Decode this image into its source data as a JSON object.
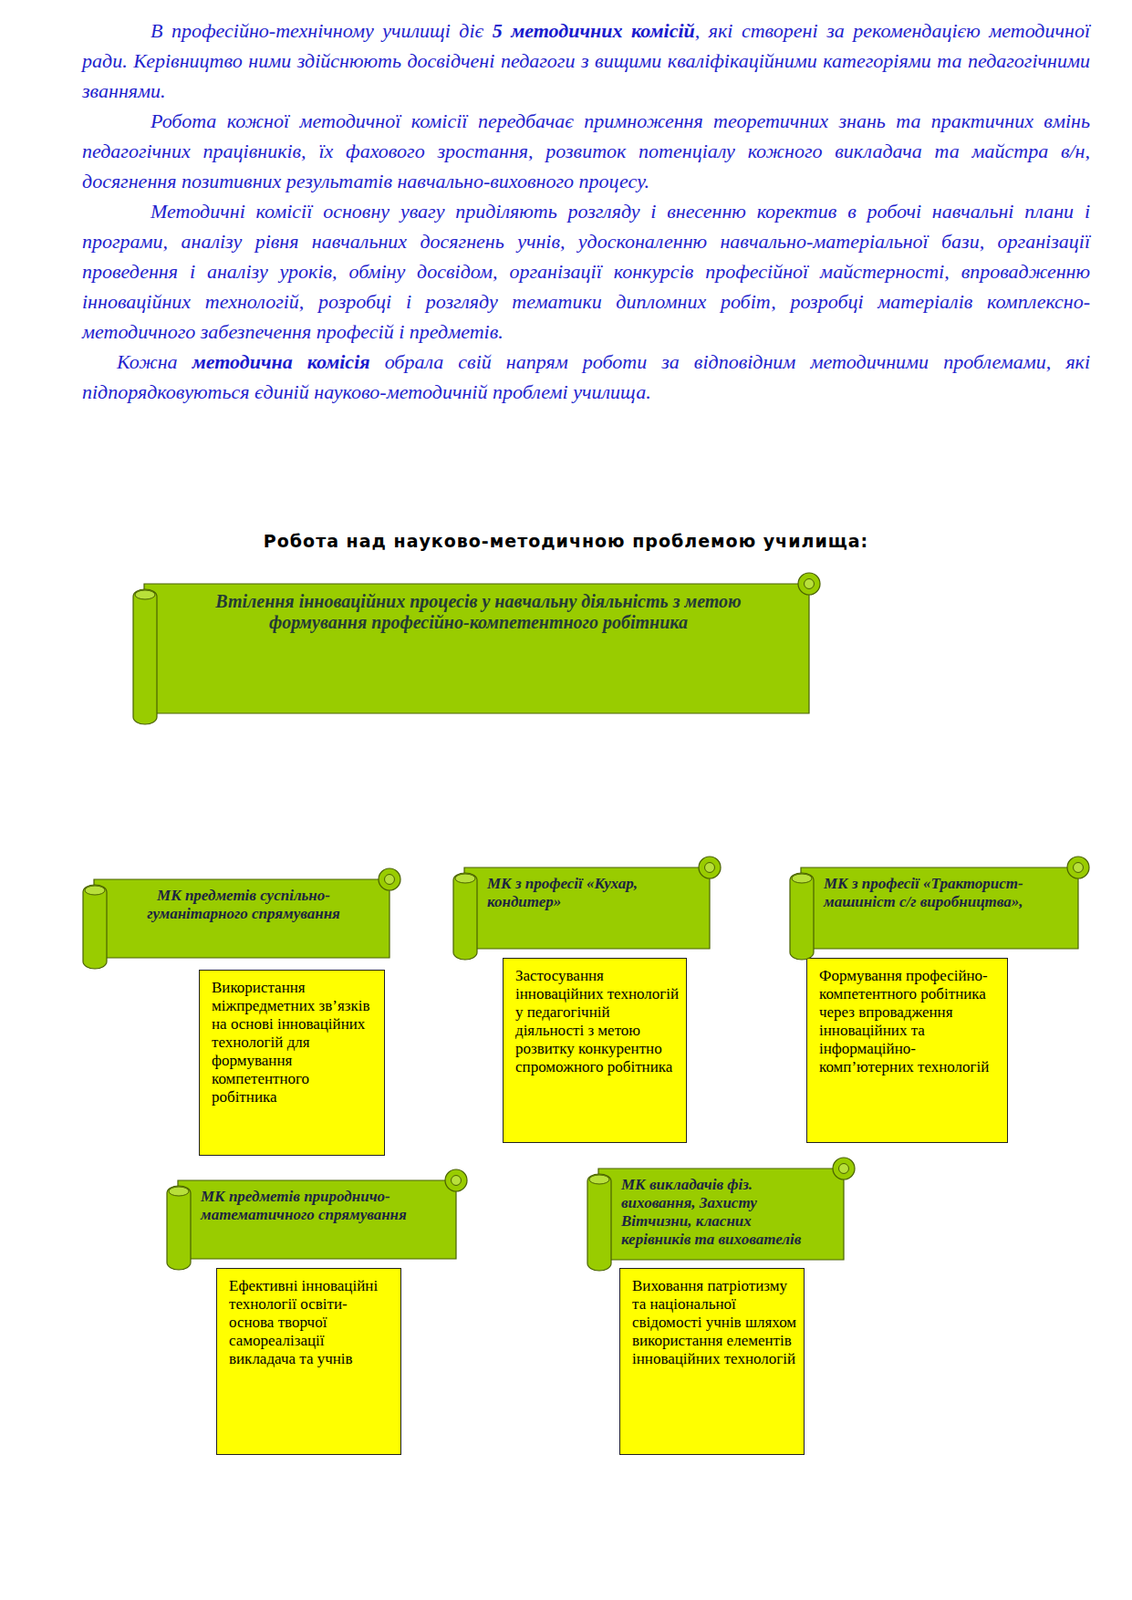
{
  "diagram": {
    "title": "Робота над науково-методичною проблемою училища:",
    "nodes": [
      {
        "text": [
          "Втілення інноваційних процесів у навчальну діяльність з метою формування професійно-компетентного робітника"
        ]
      },
      {
        "text": [
          "МК предметів суспільно-гуманітарного спрямування"
        ]
      },
      {
        "text": [
          "Використання міжпредметних зв’язків на основі інноваційних технологій для формування компетентного робітника"
        ]
      },
      {
        "text": [
          "МК з професії «Кухар, кондитер»"
        ]
      },
      {
        "text": [
          "Застосування інноваційних технологій у педагогічній діяльності з метою розвитку конкурентно спроможного робітника"
        ]
      },
      {
        "text": [
          "МК з професії «Тракторист-машиніст с/г виробництва»,"
        ]
      },
      {
        "text": [
          "Формування професійно-компетентного робітника через впровадження інноваційних та інформаційно-комп’ютерних технологій"
        ]
      },
      {
        "text": [
          "МК предметів природничо-математичного спрямування"
        ]
      },
      {
        "text": [
          "Ефективні інноваційні технології освіти- основа творчої самореалізації викладача та учнів"
        ]
      },
      {
        "text": [
          "МК викладачів фіз. виховання, Захисту Вітчизни, класних керівників та вихователів"
        ]
      },
      {
        "text": [
          "Виховання патріотизму та національної свідомості учнів шляхом використання елементів інноваційних технологій"
        ]
      }
    ],
    "labels": [
      "В професійно-технічному училищі діє",
      "5 методичних комісій",
      ", які створені за рекомендацією методичної ради. Керівництво ними здійснюють досвідчені педагоги з вищими кваліфікаційними категоріями та педагогічними званнями.",
      "Робота кожної методичної комісії передбачає примноження теоретичних знань та практичних вмінь педагогічних працівників, їх фахового зростання, розвиток потенціалу кожного викладача та майстра в/н, досягнення позитивних результатів навчально-виховного процесу.",
      "Методичні комісії основну увагу приділяють розгляду і внесенню коректив в робочі навчальні плани і програми, аналізу рівня навчальних досягнень учнів, удосконаленню навчально-матеріальної бази, організації проведення і аналізу уроків, обміну досвідом, організації конкурсів професійної майстерності, впровадженню інноваційних технологій, розробці і розгляду тематики дипломних робіт, розробці матеріалів комплексно-методичного забезпечення професій і предметів.",
      "Кожна",
      "методична комісія",
      "обрала свій напрям роботи за відповідним методичними проблемами, які підпорядковуються єдиній науково-методичній проблемі училища."
    ]
  }
}
